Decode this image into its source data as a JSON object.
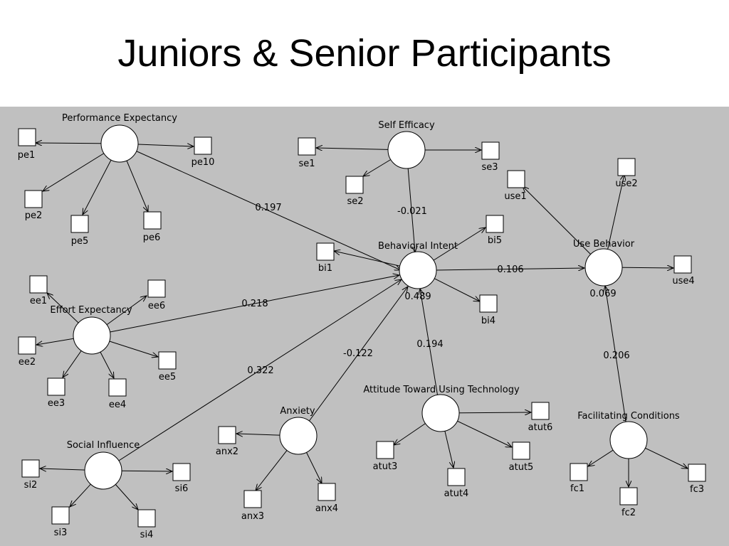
{
  "title": "Juniors & Senior Participants",
  "constructs": {
    "perf": {
      "label": "Performance Expectancy"
    },
    "se": {
      "label": "Self Efficacy"
    },
    "bi": {
      "label": "Behavioral Intent",
      "r2": "0.489"
    },
    "ub": {
      "label": "Use Behavior",
      "r2": "0.069"
    },
    "ee": {
      "label": "Effort Expectancy"
    },
    "si": {
      "label": "Social Influence"
    },
    "anx": {
      "label": "Anxiety"
    },
    "att": {
      "label": "Attitude Toward Using Technology"
    },
    "fc": {
      "label": "Facilitating Conditions"
    }
  },
  "indicators": {
    "pe1": "pe1",
    "pe10": "pe10",
    "pe2": "pe2",
    "pe5": "pe5",
    "pe6": "pe6",
    "se1": "se1",
    "se3": "se3",
    "se2": "se2",
    "bi1": "bi1",
    "bi5": "bi5",
    "bi4": "bi4",
    "use1": "use1",
    "use2": "use2",
    "use4": "use4",
    "ee1": "ee1",
    "ee6": "ee6",
    "ee2": "ee2",
    "ee5": "ee5",
    "ee3": "ee3",
    "ee4": "ee4",
    "si2": "si2",
    "si6": "si6",
    "si3": "si3",
    "si4": "si4",
    "anx2": "anx2",
    "anx3": "anx3",
    "anx4": "anx4",
    "atut6": "atut6",
    "atut3": "atut3",
    "atut5": "atut5",
    "atut4": "atut4",
    "fc1": "fc1",
    "fc3": "fc3",
    "fc2": "fc2"
  },
  "paths": {
    "pe_bi": "0.197",
    "se_bi": "-0.021",
    "bi_ub": "0.106",
    "ee_bi": "0.218",
    "si_bi": "0.322",
    "anx_bi": "-0.122",
    "att_bi": "0.194",
    "fc_ub": "0.206"
  }
}
